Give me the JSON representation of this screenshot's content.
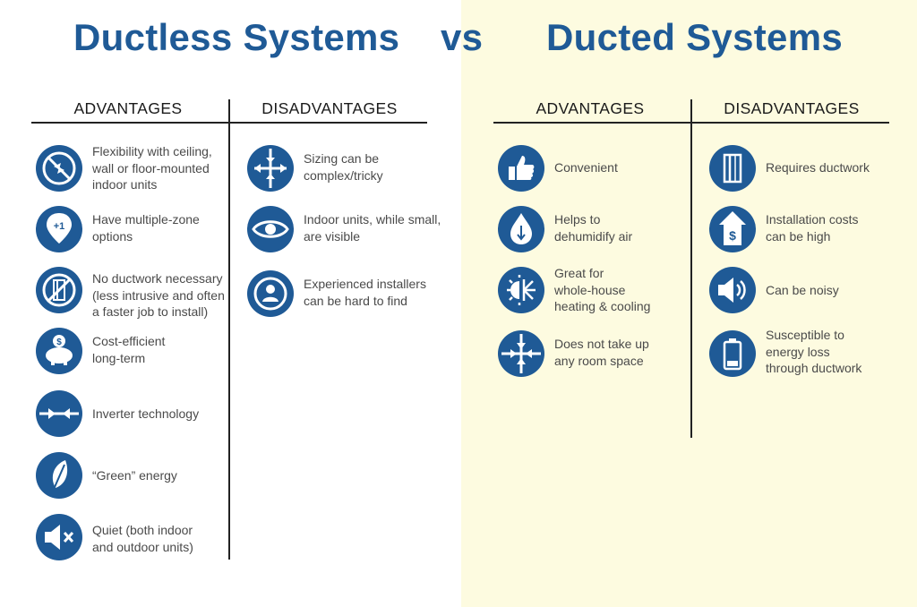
{
  "titles": {
    "left": "Ductless Systems",
    "vs": "vs",
    "right": "Ducted Systems"
  },
  "ductless": {
    "advantages_label": "ADVANTAGES",
    "disadvantages_label": "DISADVANTAGES",
    "advantages": [
      {
        "icon": "no-direction-icon",
        "text": "Flexibility with ceiling,\nwall or floor-mounted\nindoor units"
      },
      {
        "icon": "plus-one-pin-icon",
        "text": "Have multiple-zone\noptions"
      },
      {
        "icon": "no-ductwork-icon",
        "text": "No ductwork necessary\n(less intrusive and often\na faster job to install)"
      },
      {
        "icon": "piggy-bank-icon",
        "text": "Cost-efficient\nlong-term"
      },
      {
        "icon": "inverter-arrows-icon",
        "text": "Inverter technology"
      },
      {
        "icon": "leaf-icon",
        "text": "“Green” energy"
      },
      {
        "icon": "mute-speaker-icon",
        "text": "Quiet (both indoor\nand outdoor units)"
      }
    ],
    "disadvantages": [
      {
        "icon": "resize-arrows-icon",
        "text": "Sizing can be\ncomplex/tricky"
      },
      {
        "icon": "eye-icon",
        "text": "Indoor units, while small,\nare visible"
      },
      {
        "icon": "installer-person-icon",
        "text": "Experienced installers\ncan be hard to find"
      }
    ]
  },
  "ducted": {
    "advantages_label": "ADVANTAGES",
    "disadvantages_label": "DISADVANTAGES",
    "advantages": [
      {
        "icon": "thumbs-up-icon",
        "text": "Convenient"
      },
      {
        "icon": "water-drop-icon",
        "text": "Helps to\ndehumidify air"
      },
      {
        "icon": "sun-snowflake-icon",
        "text": "Great for\nwhole-house\nheating & cooling"
      },
      {
        "icon": "compress-arrows-icon",
        "text": "Does not take up\nany room space"
      }
    ],
    "disadvantages": [
      {
        "icon": "ductwork-icon",
        "text": "Requires ductwork"
      },
      {
        "icon": "house-dollar-icon",
        "text": "Installation costs\ncan be high"
      },
      {
        "icon": "speaker-icon",
        "text": "Can be noisy"
      },
      {
        "icon": "battery-icon",
        "text": "Susceptible to\nenergy loss\nthrough ductwork"
      }
    ]
  },
  "colors": {
    "title": "#1f5a96",
    "icon_fill": "#1f5a96",
    "right_background": "#fdfbe0",
    "label_text": "#4a4a4a"
  }
}
